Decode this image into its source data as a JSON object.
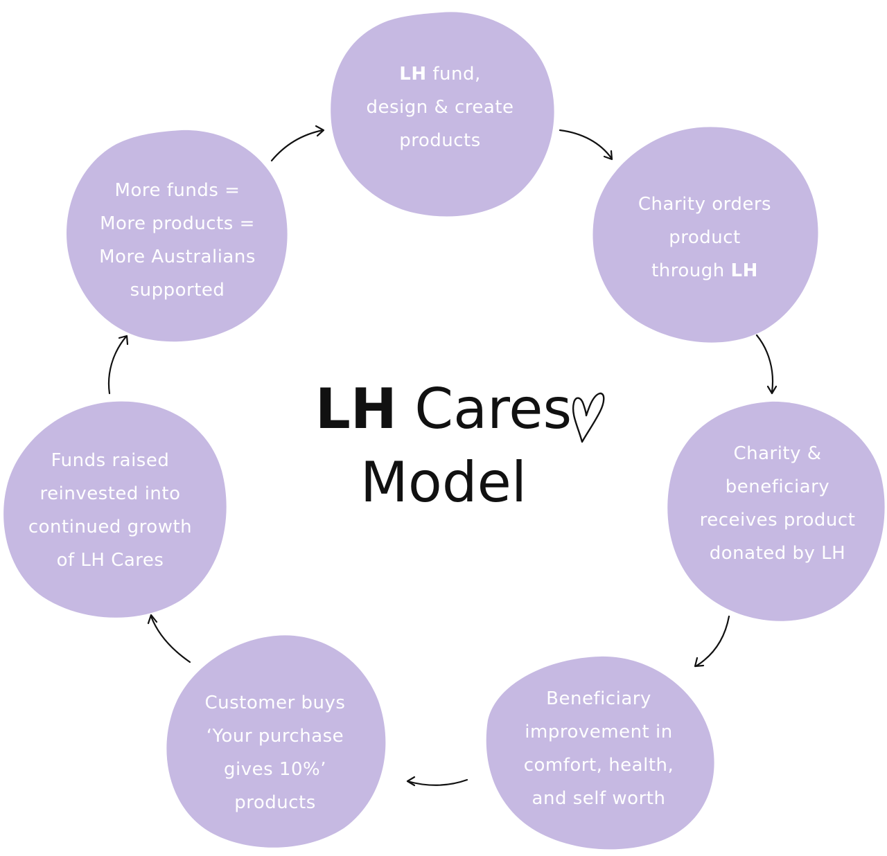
{
  "title": {
    "bold": "LH",
    "rest": " Cares",
    "line2": "Model",
    "heart_icon": "heart-outline-icon"
  },
  "colors": {
    "node_fill": "#c6b9e2",
    "node_text": "#ffffff",
    "title_text": "#111111",
    "arrow": "#111111"
  },
  "nodes": [
    {
      "id": "fund-design",
      "lines": [
        [
          {
            "text": "LH",
            "bold": true
          },
          {
            "text": " fund,",
            "bold": false
          }
        ],
        [
          {
            "text": "design & create",
            "bold": false
          }
        ],
        [
          {
            "text": "products",
            "bold": false
          }
        ]
      ]
    },
    {
      "id": "charity-orders",
      "lines": [
        [
          {
            "text": "Charity orders",
            "bold": false
          }
        ],
        [
          {
            "text": "product",
            "bold": false
          }
        ],
        [
          {
            "text": "through ",
            "bold": false
          },
          {
            "text": "LH",
            "bold": true
          }
        ]
      ]
    },
    {
      "id": "receives-product",
      "lines": [
        [
          {
            "text": "Charity &",
            "bold": false
          }
        ],
        [
          {
            "text": "beneficiary",
            "bold": false
          }
        ],
        [
          {
            "text": "receives product",
            "bold": false
          }
        ],
        [
          {
            "text": "donated by LH",
            "bold": false
          }
        ]
      ]
    },
    {
      "id": "beneficiary-improvement",
      "lines": [
        [
          {
            "text": "Beneficiary",
            "bold": false
          }
        ],
        [
          {
            "text": "improvement in",
            "bold": false
          }
        ],
        [
          {
            "text": "comfort, health,",
            "bold": false
          }
        ],
        [
          {
            "text": "and self worth",
            "bold": false
          }
        ]
      ]
    },
    {
      "id": "customer-buys",
      "lines": [
        [
          {
            "text": "Customer buys",
            "bold": false
          }
        ],
        [
          {
            "text": "‘Your purchase",
            "bold": false
          }
        ],
        [
          {
            "text": "gives 10%’",
            "bold": false
          }
        ],
        [
          {
            "text": "products",
            "bold": false
          }
        ]
      ]
    },
    {
      "id": "funds-reinvested",
      "lines": [
        [
          {
            "text": "Funds raised",
            "bold": false
          }
        ],
        [
          {
            "text": "reinvested into",
            "bold": false
          }
        ],
        [
          {
            "text": "continued growth",
            "bold": false
          }
        ],
        [
          {
            "text": "of LH Cares",
            "bold": false
          }
        ]
      ]
    },
    {
      "id": "more-funds",
      "lines": [
        [
          {
            "text": "More funds =",
            "bold": false
          }
        ],
        [
          {
            "text": "More products =",
            "bold": false
          }
        ],
        [
          {
            "text": "More Australians",
            "bold": false
          }
        ],
        [
          {
            "text": "supported",
            "bold": false
          }
        ]
      ]
    }
  ]
}
